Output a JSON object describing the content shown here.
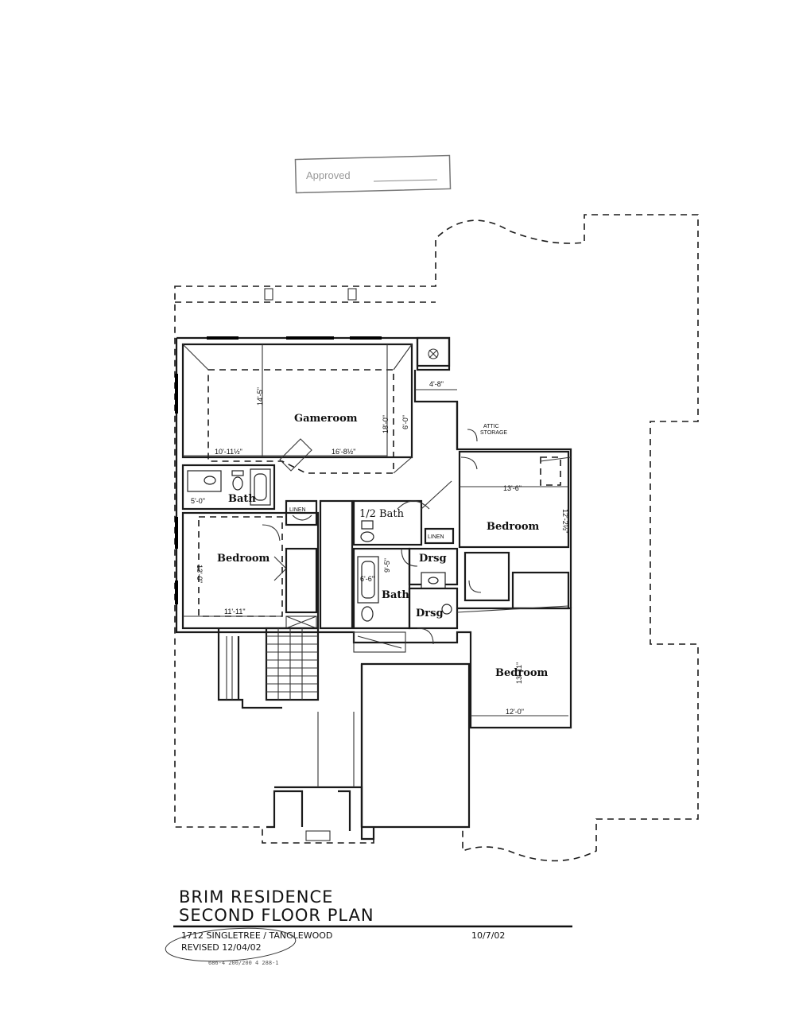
{
  "stamp": "Approved",
  "rooms": {
    "gameroom": "Gameroom",
    "bath_left": "Bath",
    "bedroom_left": "Bedroom",
    "half_bath": "1/2 Bath",
    "bedroom_right_top": "Bedroom",
    "drsg_1": "Drsg",
    "bath_center": "Bath",
    "drsg_2": "Drsg",
    "bedroom_right_bottom": "Bedroom"
  },
  "labels": {
    "attic_storage_1": "ATTIC",
    "attic_storage_2": "STORAGE",
    "linen_1": "LINEN",
    "linen_2": "LINEN"
  },
  "dimensions": {
    "d_4_8": "4'-8\"",
    "d_14_5": "14'-5\"",
    "d_18_0": "18'-0\"",
    "d_6_0": "6'-0\"",
    "d_10_11": "10'-11½\"",
    "d_16_8": "16'-8½\"",
    "d_5_0": "5'-0\"",
    "d_13_0": "13'-0\"",
    "d_11_11": "11'-11\"",
    "d_13_6": "13'-6\"",
    "d_12_2": "12'-2½\"",
    "d_9_5": "9'-5\"",
    "d_6_6": "6'-6\"",
    "d_13_11": "13'-11\"",
    "d_12_0": "12'-0\""
  },
  "title_block": {
    "line1": "BRIM RESIDENCE",
    "line2": "SECOND FLOOR PLAN",
    "address": "1712 SINGLETREE / TANGLEWOOD",
    "revised": "REVISED 12/04/02",
    "date": "10/7/02",
    "footer": "686-4   200/200 4   288-1"
  }
}
